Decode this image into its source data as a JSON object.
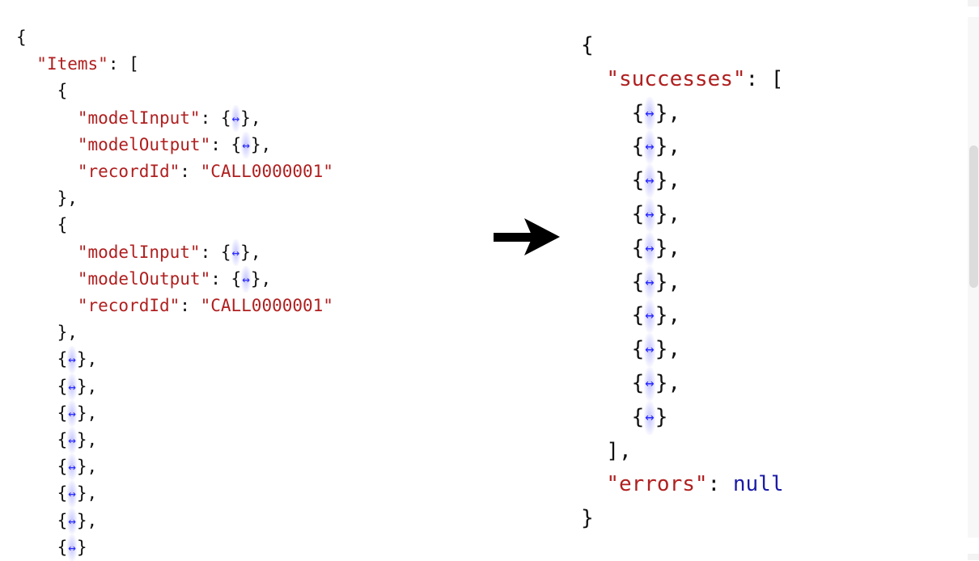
{
  "colors": {
    "key": "#b01f1f",
    "string": "#b01f1f",
    "null": "#1a1aa6",
    "punctuation": "#111111",
    "collapsed_marker": "#2a2aff",
    "scrollbar_thumb": "#dcdcdc"
  },
  "collapsed_glyph": "↔",
  "left": {
    "open_brace": "{",
    "items_key": "\"Items\"",
    "items_open": ": [",
    "expanded_items": [
      {
        "open": "{",
        "fields": [
          {
            "key": "\"modelInput\"",
            "sep": ": ",
            "value_type": "collapsed",
            "trail": ","
          },
          {
            "key": "\"modelOutput\"",
            "sep": ": ",
            "value_type": "collapsed",
            "trail": ","
          },
          {
            "key": "\"recordId\"",
            "sep": ": ",
            "value": "\"CALL0000001\"",
            "value_type": "string",
            "trail": ""
          }
        ],
        "close": "},"
      },
      {
        "open": "{",
        "fields": [
          {
            "key": "\"modelInput\"",
            "sep": ": ",
            "value_type": "collapsed",
            "trail": ","
          },
          {
            "key": "\"modelOutput\"",
            "sep": ": ",
            "value_type": "collapsed",
            "trail": ","
          },
          {
            "key": "\"recordId\"",
            "sep": ": ",
            "value": "\"CALL0000001\"",
            "value_type": "string",
            "trail": ""
          }
        ],
        "close": "},"
      }
    ],
    "collapsed_items_count": 8,
    "collapsed_items": [
      ",",
      ",",
      ",",
      ",",
      ",",
      ",",
      ",",
      ""
    ]
  },
  "arrow": {
    "direction": "right",
    "icon": "arrow-right-icon"
  },
  "right": {
    "open_brace": "{",
    "successes_key": "\"successes\"",
    "successes_open": ": [",
    "collapsed_items_count": 10,
    "collapsed_items": [
      ",",
      ",",
      ",",
      ",",
      ",",
      ",",
      ",",
      ",",
      ",",
      ""
    ],
    "successes_close": "],",
    "errors_key": "\"errors\"",
    "errors_sep": ": ",
    "errors_value": "null",
    "close_brace": "}"
  }
}
